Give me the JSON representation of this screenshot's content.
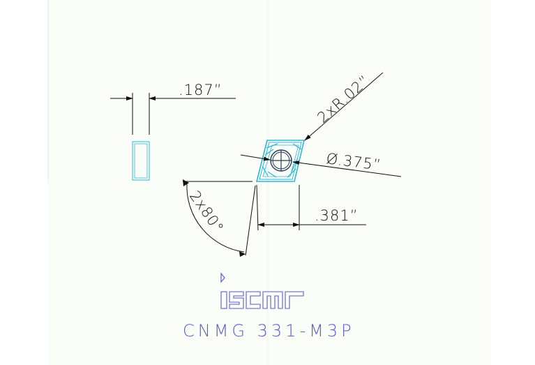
{
  "drawing": {
    "dimensions": {
      "thickness": ".187”",
      "corner_radius": "2xR.02”",
      "hole_diameter": "Ø.375”",
      "inscribed_width": ".381”",
      "corner_angle": "2x80°"
    },
    "logo_text": "iscar",
    "part_number": "CNMG 331-M3P"
  },
  "colors": {
    "background": "#ffffff",
    "paper": "#fbfdf9",
    "dimension_lines": "#111111",
    "insert_outline": "#2ab8d8",
    "side_view": "#2ab8d8",
    "hole": "#2a3a5a",
    "logo": "#5a5cc8",
    "part_number": "#5a5cc8"
  }
}
